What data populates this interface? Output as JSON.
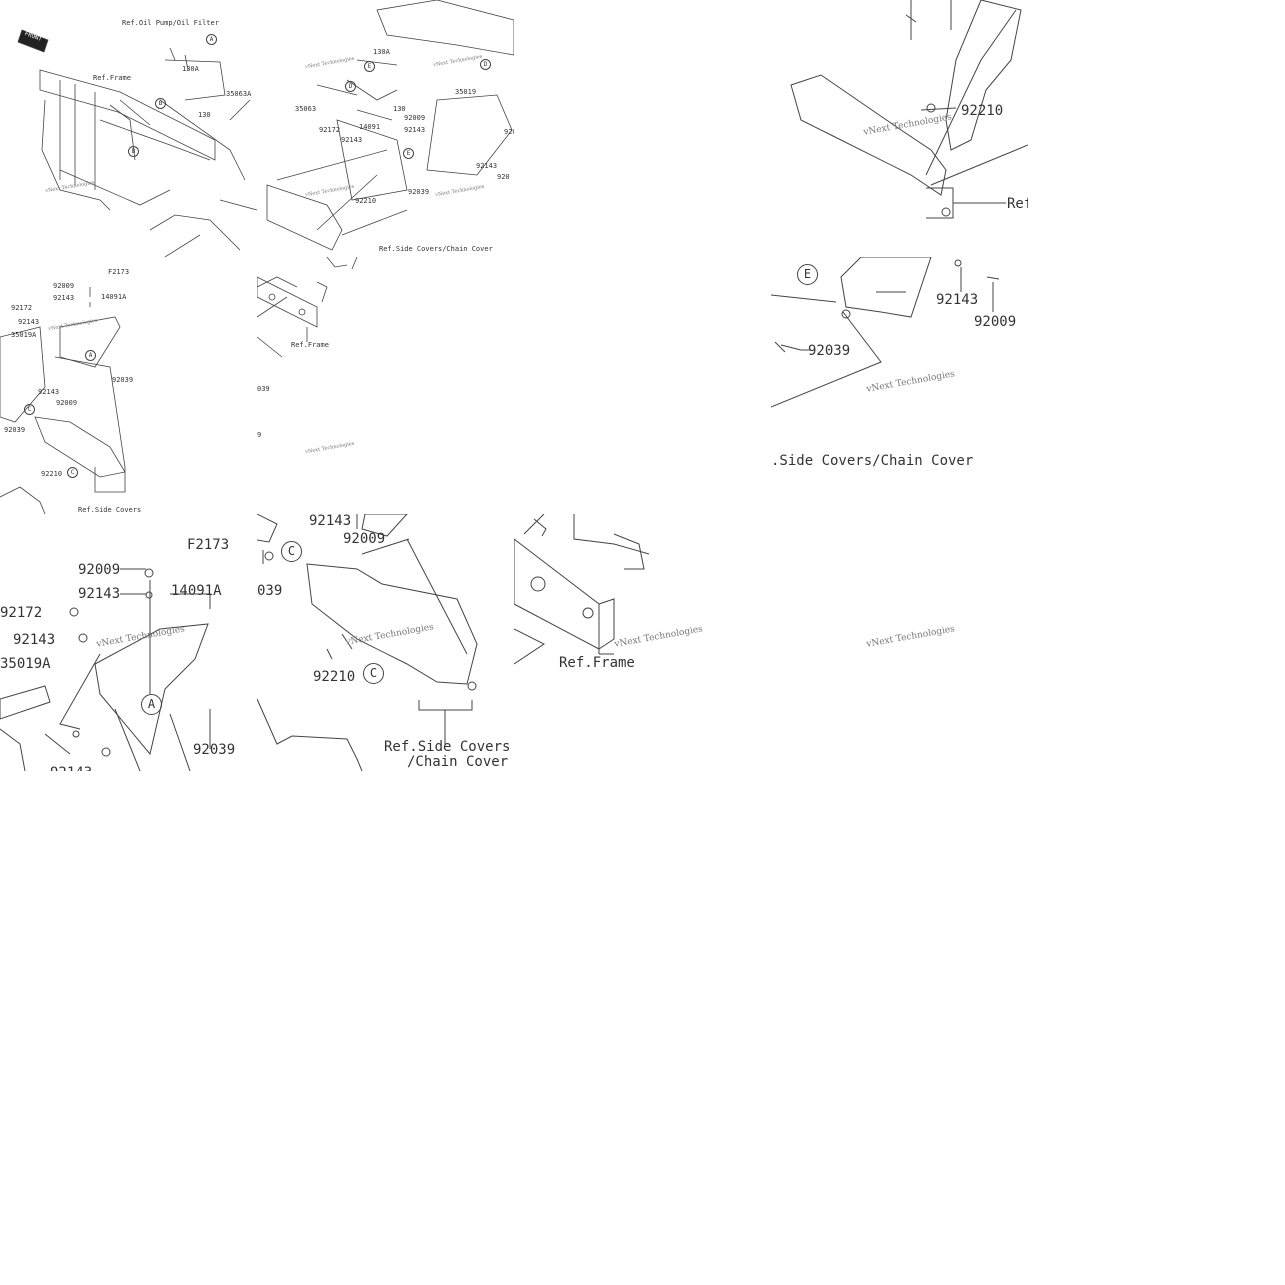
{
  "diagram": {
    "code": "F2173",
    "front_badge": "FRONT",
    "watermark": "vNext Technologies",
    "refs": {
      "oil": "Ref.Oil Pump/Oil Filter",
      "frame": "Ref.Frame",
      "side_chain_1": "Ref.Side Covers/Chain Cover",
      "side_chain_2a": "Ref.Side Covers",
      "side_chain_2b": "/Chain Cover",
      "side_covers": "Ref.Side Covers",
      "ref_cut": "Ref",
      "side_chain_cut": ".Side Covers/Chain Cover"
    },
    "parts": {
      "p130": "130",
      "p130a": "130A",
      "p35063": "35063",
      "p35063a": "35063A",
      "p35019": "35019",
      "p35019a": "35019A",
      "p14091": "14091",
      "p14091a": "14091A",
      "p92009": "92009",
      "p92143": "92143",
      "p92172": "92172",
      "p92210": "92210",
      "p92039": "92039",
      "p039": "039",
      "p9": "9",
      "p920": "920",
      "p92_cut": "92"
    },
    "callouts": {
      "a": "A",
      "b": "B",
      "c": "C",
      "d": "D",
      "e": "E"
    }
  }
}
